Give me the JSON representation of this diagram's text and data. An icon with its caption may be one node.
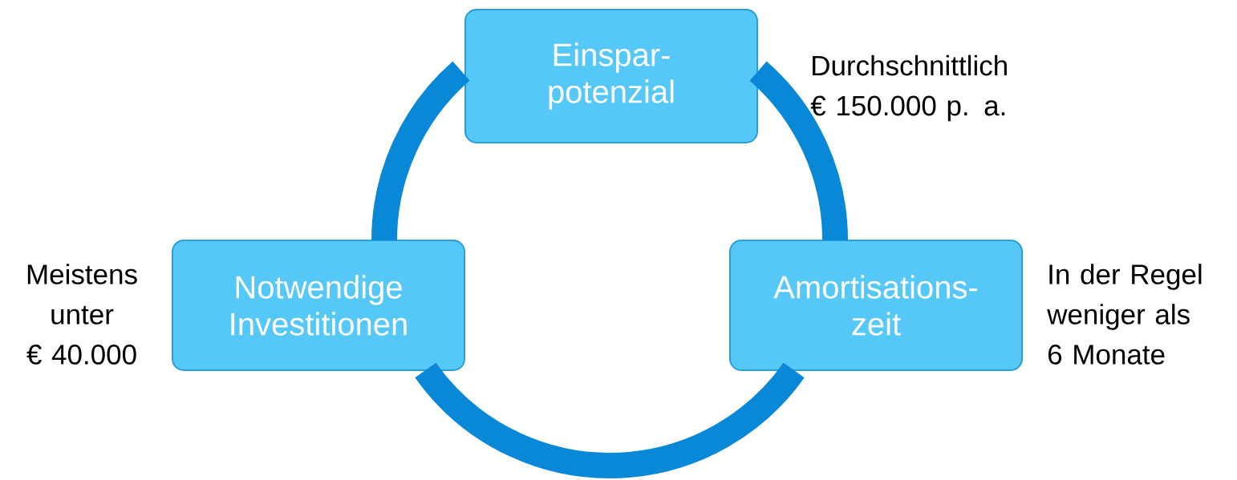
{
  "diagram": {
    "nodes": [
      {
        "text": [
          "Einspar- potenzial"
        ],
        "beside": [
          "Durchschnittlich € 150.000 p. a."
        ]
      },
      {
        "text": [
          "Notwendige Investitionen"
        ],
        "beside": [
          "Meistens unter € 40.000"
        ]
      },
      {
        "text": [
          "Amortisations- zeit"
        ],
        "beside": [
          "In der Regel weniger als 6 Monate"
        ]
      }
    ],
    "edges": [
      {
        "from": 0,
        "to": 2,
        "arrow": "none"
      },
      {
        "from": 1,
        "to": 2,
        "arrow": "none"
      },
      {
        "from": 1,
        "to": 0,
        "arrow": "none"
      }
    ]
  }
}
